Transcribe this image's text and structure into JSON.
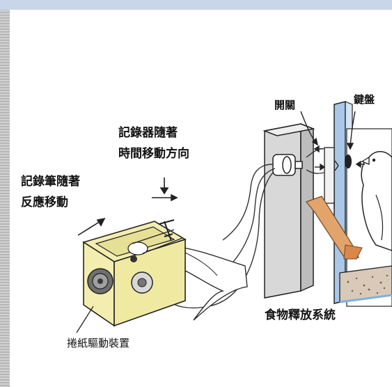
{
  "labels": {
    "pen_line1": "記錄筆隨著",
    "pen_line2": "反應移動",
    "recorder_line1": "記錄器隨著",
    "recorder_line2": "時間移動方向",
    "switch": "開關",
    "key": "鍵盤",
    "food_system": "食物釋放系統",
    "paper_drive": "捲紙驅動裝置"
  },
  "colors": {
    "recorder_body": "#f3eeb0",
    "cabinet": "#d8d8d8",
    "panel": "#a9c7e6",
    "chute": "#e3a46c",
    "tray": "#d8c9b8"
  }
}
